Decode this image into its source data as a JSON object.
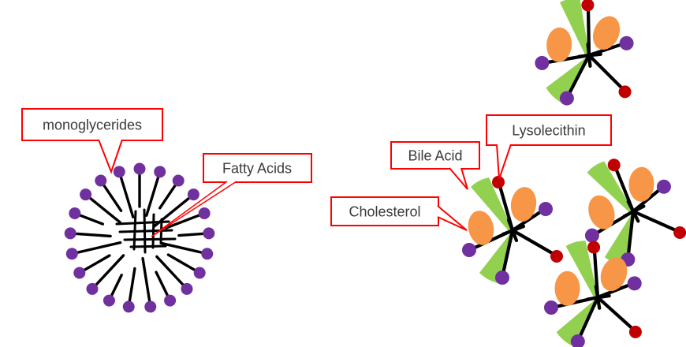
{
  "labels": {
    "monoglycerides": "monoglycerides",
    "fatty_acids": "Fatty Acids",
    "bile_acid": "Bile Acid",
    "lysolecithin": "Lysolecithin",
    "cholesterol": "Cholesterol"
  },
  "colors": {
    "purple": "#7030A0",
    "green": "#92D050",
    "orange": "#F79646",
    "darkred": "#C00000",
    "red": "#FF0000",
    "black": "#000000",
    "text": "#3B3B3B",
    "bg": "#FFFFFF"
  }
}
